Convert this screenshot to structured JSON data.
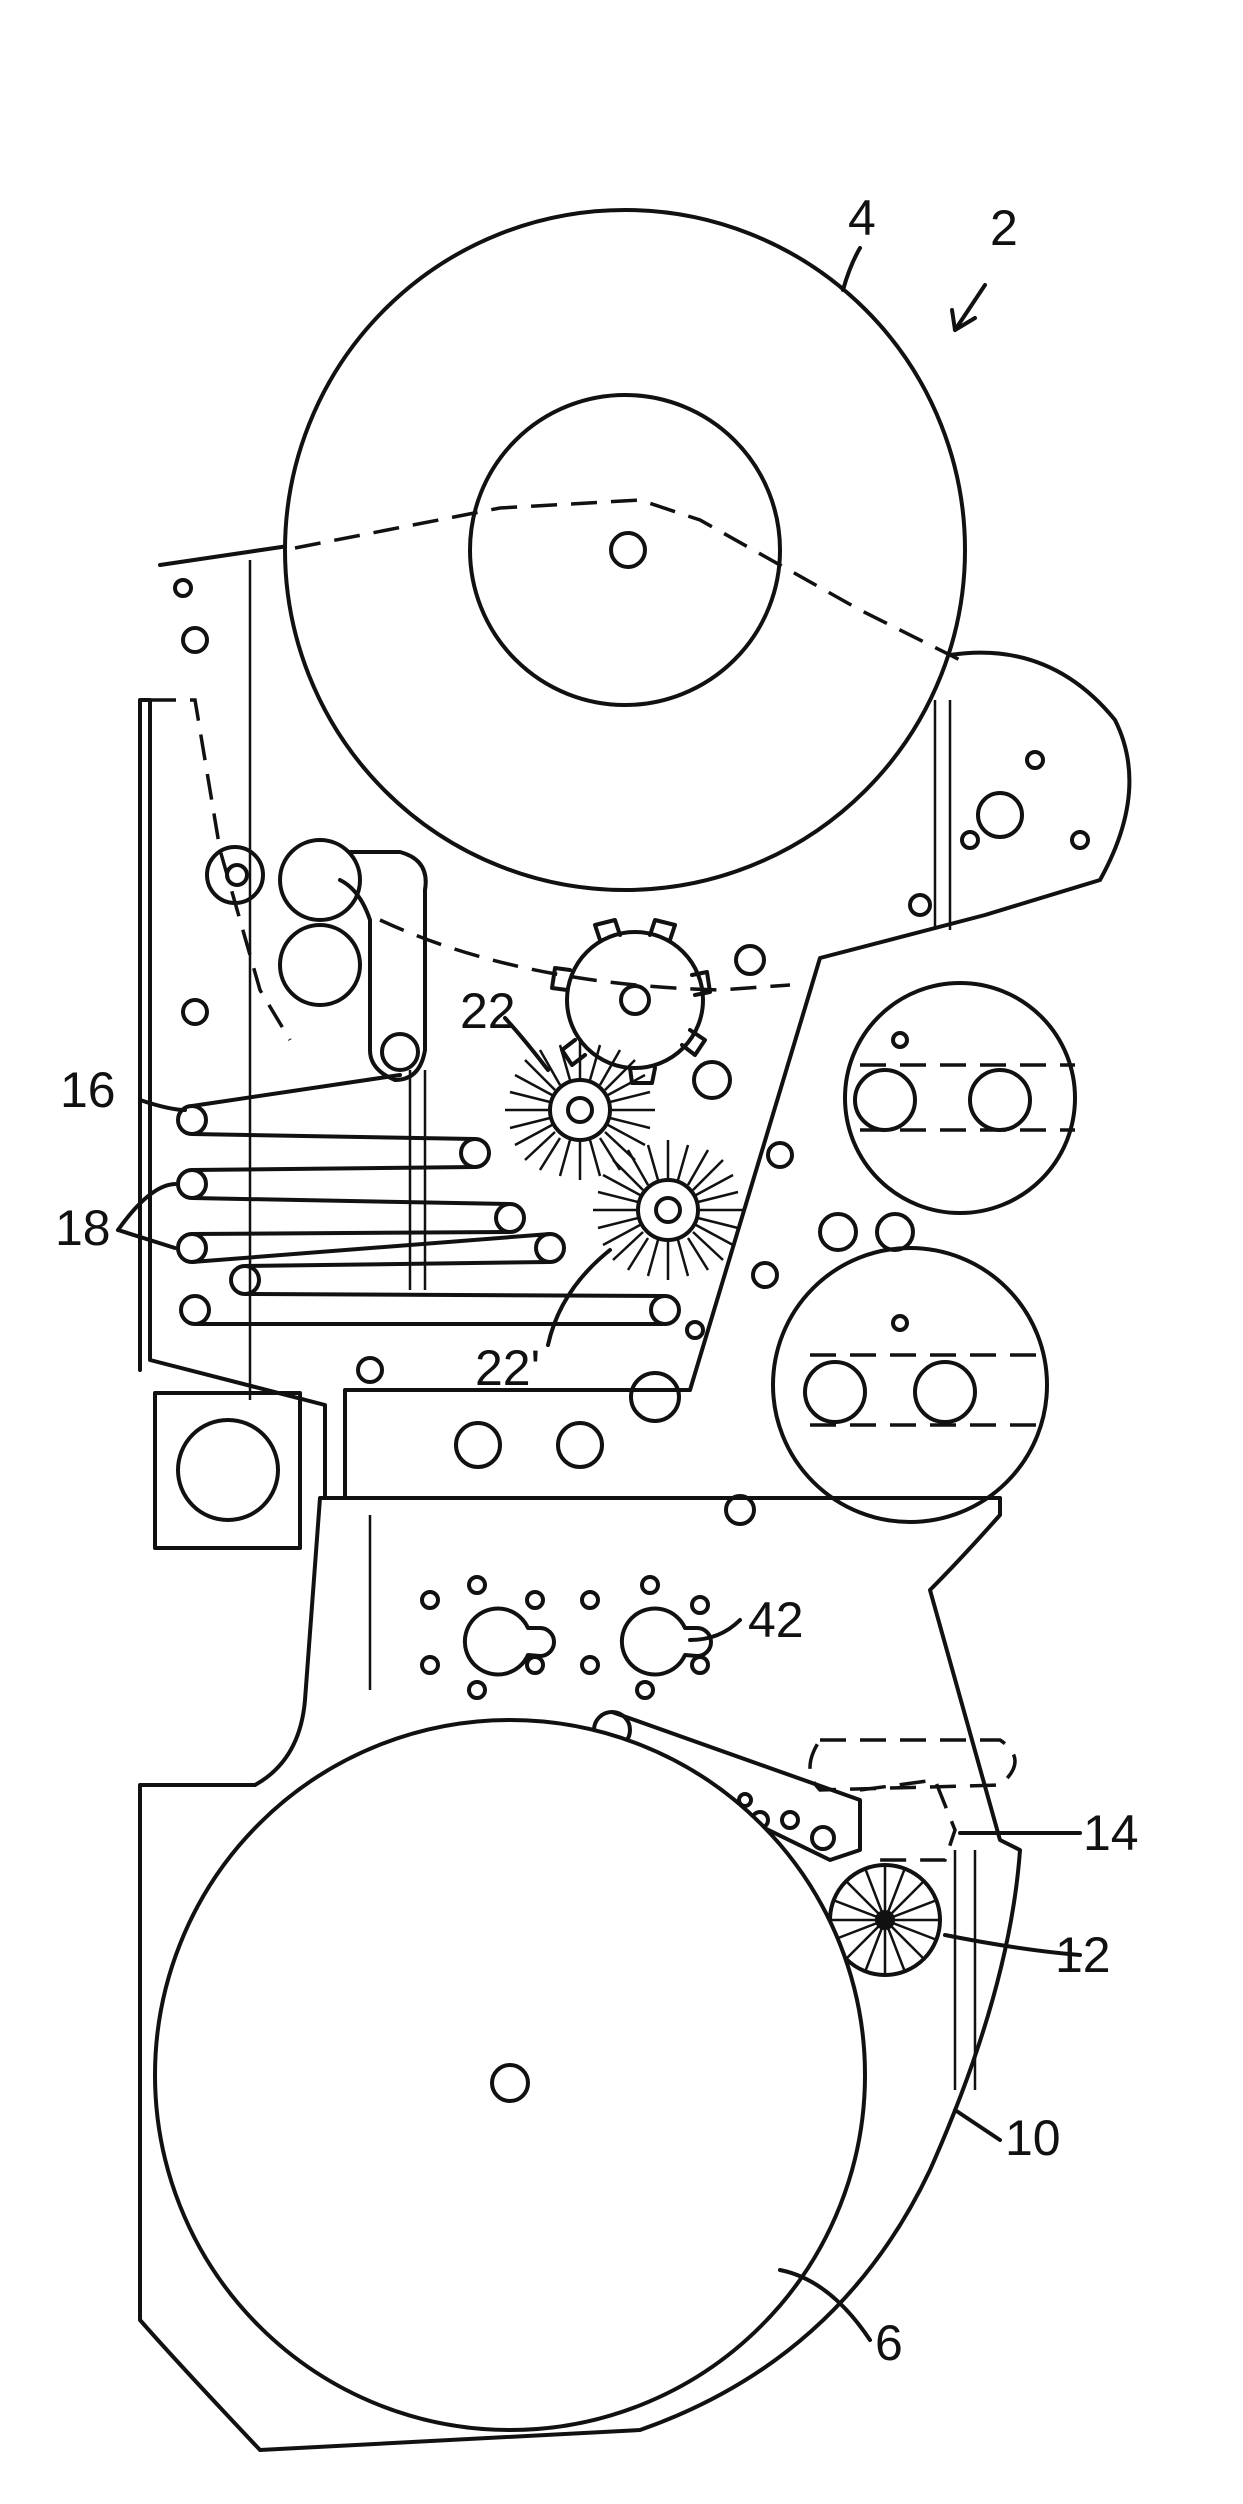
{
  "labels": {
    "apparatus": "2",
    "upper_reel": "4",
    "lower_reel": "6",
    "housing": "10",
    "brush_roller": "12",
    "guide": "14",
    "plate": "16",
    "rollers": "18",
    "brush": "22",
    "brush_prime": "22'",
    "holes": "42"
  }
}
